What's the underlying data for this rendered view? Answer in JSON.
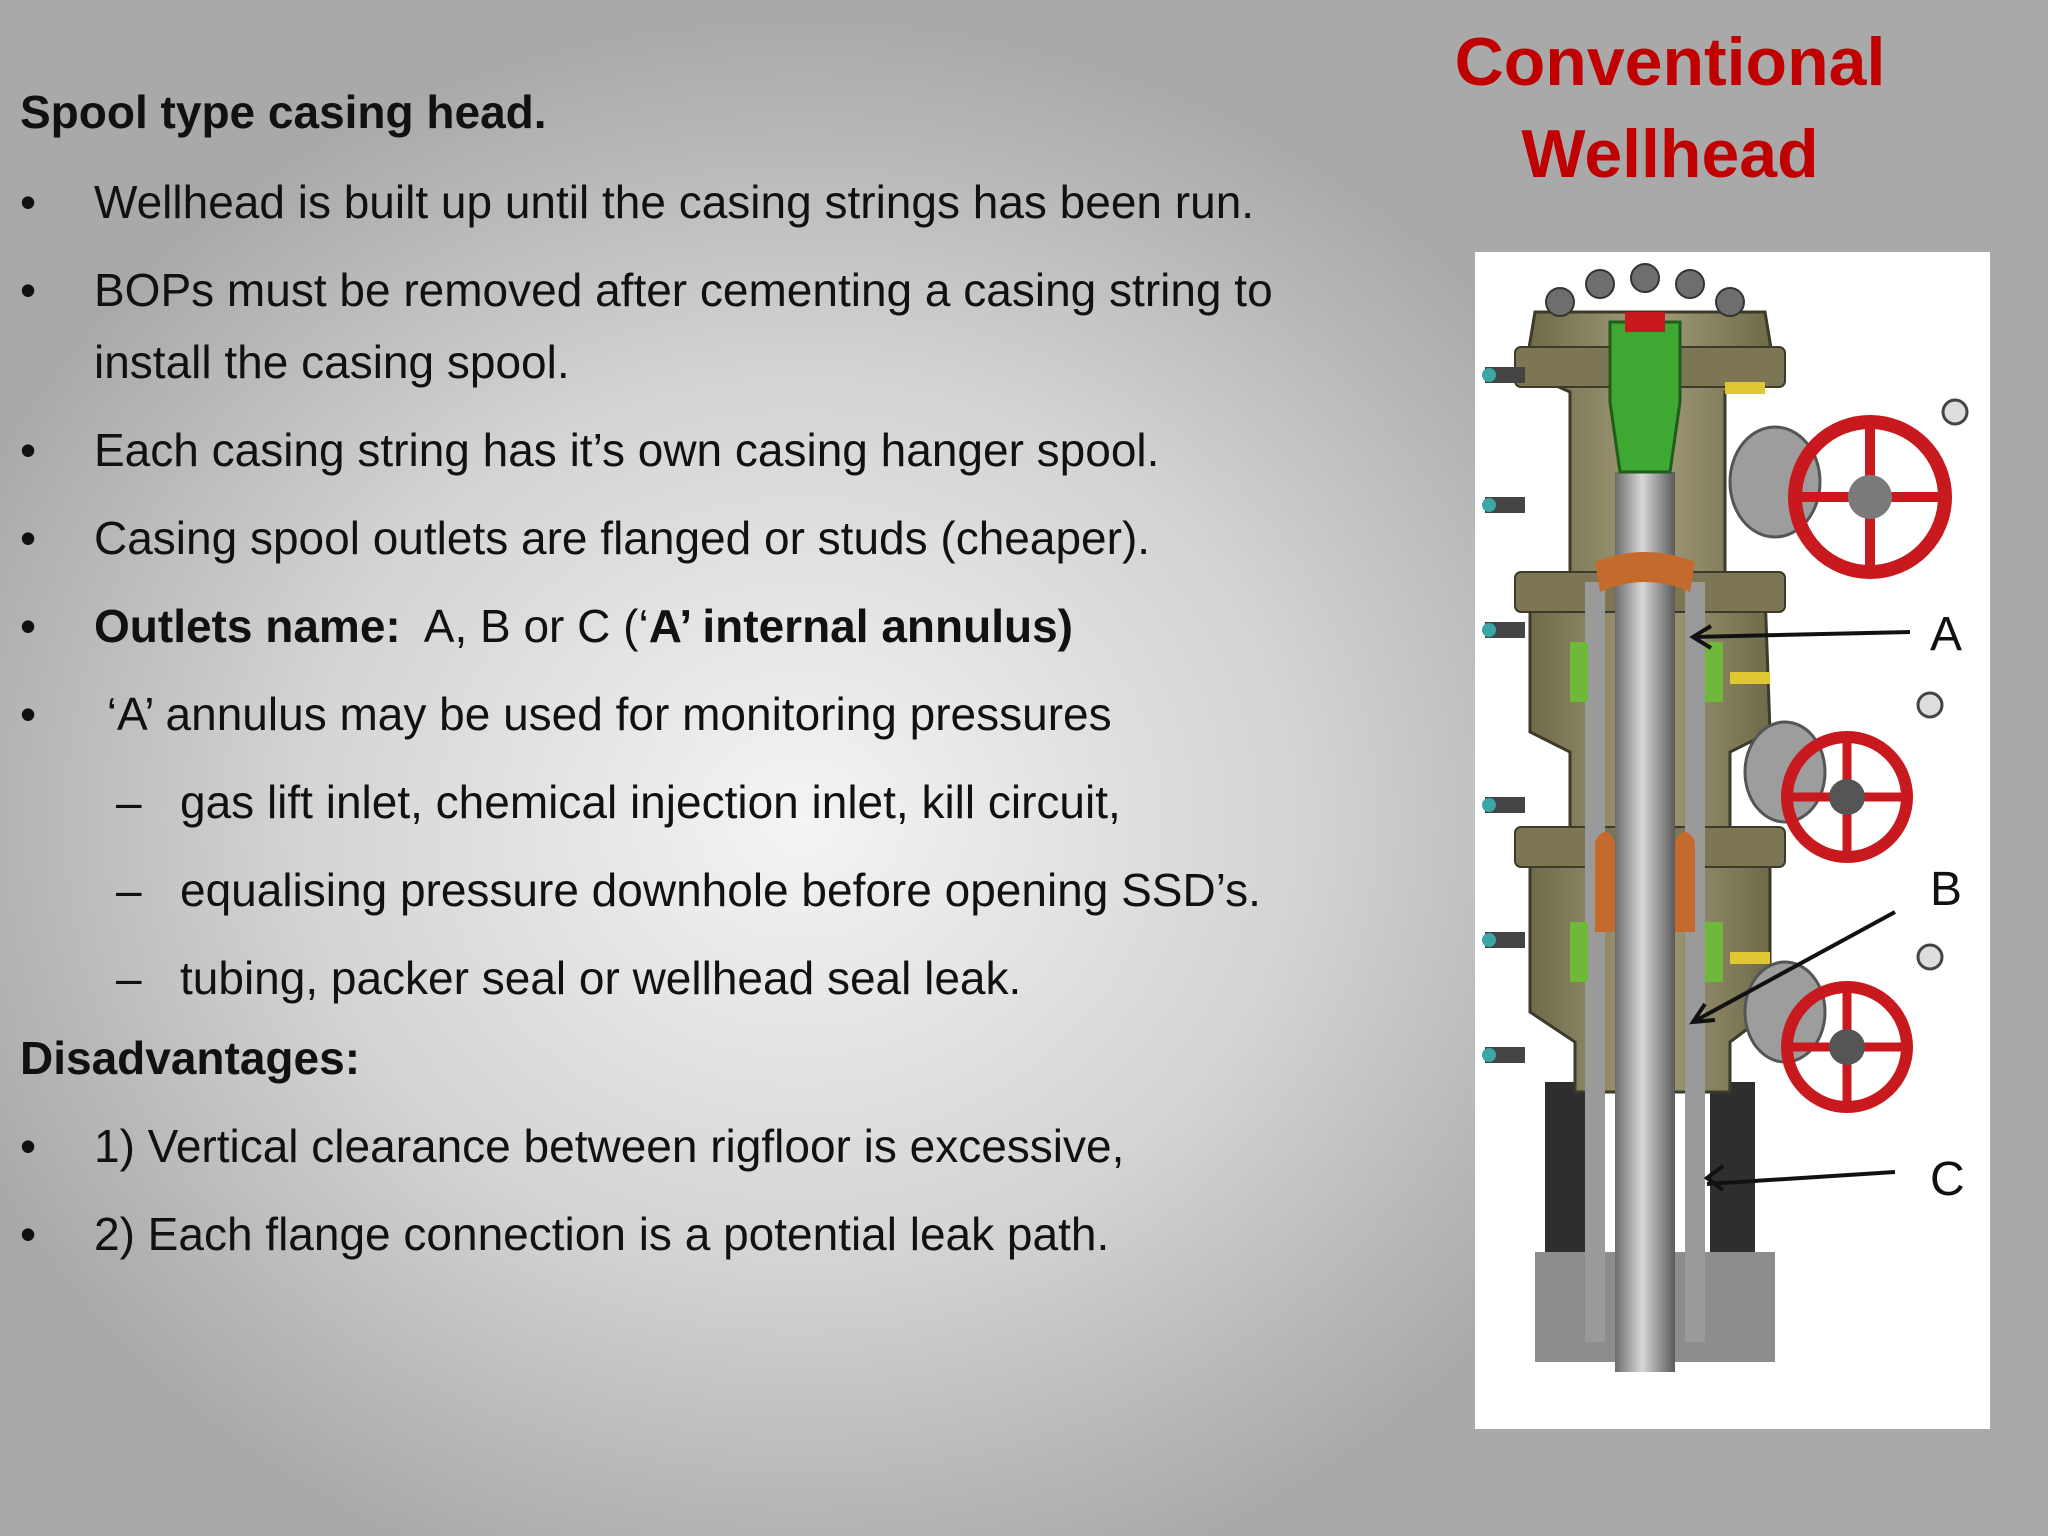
{
  "title": {
    "line1": "Conventional",
    "line2": "Wellhead"
  },
  "heading": "Spool type casing head.",
  "bullets": {
    "b1": "Wellhead is built up until the casing strings has been run.",
    "b2a": "BOPs must be removed after cementing a casing string to",
    "b2b": "install the casing spool.",
    "b3": "Each casing string has it’s own casing hanger spool.",
    "b4": "Casing spool outlets are flanged or studs (cheaper).",
    "b5_bold1": "Outlets name:",
    "b5_plain": "  A, B or C (‘",
    "b5_bold2": "A’ internal annulus)",
    "b6": " ‘A’ annulus may be used for monitoring pressures"
  },
  "sub_bullets": {
    "s1": "gas lift inlet, chemical injection inlet, kill circuit,",
    "s2": "equalising pressure downhole before opening SSD’s.",
    "s3": "tubing, packer seal or wellhead seal leak."
  },
  "disadvantages_heading": "Disadvantages:",
  "disadvantages": {
    "d1": "1) Vertical clearance between rigfloor is excessive,",
    "d2": "2) Each flange connection is a potential leak path."
  },
  "bullet_symbol": "•",
  "dash_symbol": "–",
  "figure_labels": {
    "a": "A",
    "b": "B",
    "c": "C"
  },
  "colors": {
    "title": "#c00000",
    "wheel": "#c8191f",
    "body": "#8c8664",
    "hanger": "#3fa832"
  }
}
